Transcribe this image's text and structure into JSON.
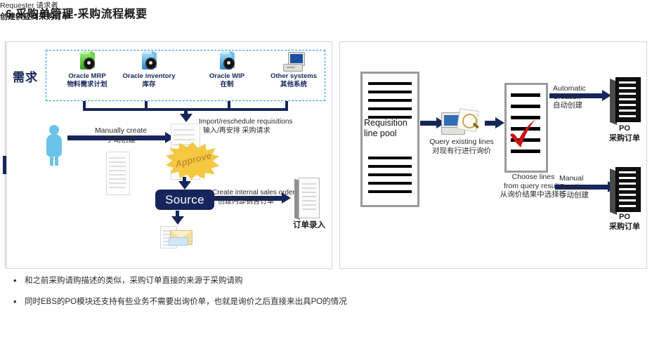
{
  "slide": {
    "title": "6 采购单管理-采购流程概要"
  },
  "left_panel": {
    "demand_label": "需求",
    "sources": [
      {
        "icon": "green-cube-icon",
        "en": "Oracle MRP",
        "cn": "物料需求计划"
      },
      {
        "icon": "blue-cube-icon",
        "en": "Oracle inventory",
        "cn": "库存"
      },
      {
        "icon": "blue-cube-icon",
        "en": "Oracle WIP",
        "cn": "在制"
      },
      {
        "icon": "computer-icon",
        "en": "Other systems",
        "cn": "其他系统"
      }
    ],
    "manually_create": {
      "en": "Manually create",
      "cn": "手动创建"
    },
    "import_reschedule": {
      "en": "Import/reschedule requisitions",
      "cn": "输入/再安排 采购请求"
    },
    "requester": "Requester 请求者",
    "approve_badge": "Approve",
    "source_box": "Source",
    "create_sales_order": {
      "en": "Create internal sales order",
      "cn": "创建内部销售订单"
    },
    "order_entry": "订单录入",
    "create_supplier_po": "创建供应商采购订单"
  },
  "right_panel": {
    "requisition_pool": "Requisition line pool",
    "query_existing": {
      "en": "Query existing lines",
      "cn": "对现有行进行询价"
    },
    "automatic_creation": {
      "en1": "Automatic",
      "en2": "Creation",
      "cn": "自动创建"
    },
    "manual_creation": {
      "en1": "Manual",
      "en2": "Creation",
      "cn": "手动创建"
    },
    "choose_lines": {
      "en1": "Choose lines",
      "en2": "from query results",
      "cn": "从询价结果中选择行"
    },
    "po_top": {
      "en": "PO",
      "cn": "采购订单"
    },
    "po_bottom": {
      "en": "PO",
      "cn": "采购订单"
    }
  },
  "notes": {
    "bullets": [
      "和之前采购请购描述的类似，采购订单直接的来源于采购请购",
      "同时EBS的PO模块还支持有些业务不需要出询价单，也就是询价之后直接来出具PO的情况"
    ]
  },
  "colors": {
    "navy": "#16265c",
    "dashed_blue": "#2196e3",
    "gold": "#f5c842",
    "red_check": "#cc1111"
  }
}
